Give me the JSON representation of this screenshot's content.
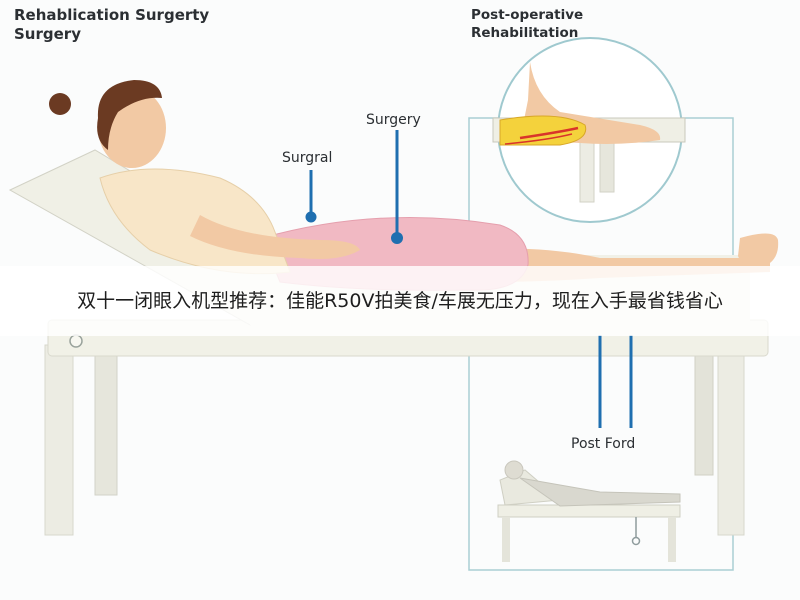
{
  "diagram": {
    "title_left_line1": "Rehablication Surgerty",
    "title_left_line2": "Surgery",
    "title_right_line1": "Post-operative",
    "title_right_line2": "Rehabilitation",
    "callout_surgery": "Surgery",
    "callout_surgical": "Surgral",
    "callout_post_ford": "Post Ford"
  },
  "banner": {
    "text": "双十一闭眼入机型推荐：佳能R50V拍美食/车展无压力，现在入手最省钱省心"
  },
  "colors": {
    "callout_line": "#1f6fb0",
    "frame_line": "#9fc9cf",
    "skin": "#f2c9a4",
    "pants": "#f1b9c3",
    "shirt": "#f8e6c8",
    "hair": "#6b3a22",
    "table": "#efefe4"
  }
}
